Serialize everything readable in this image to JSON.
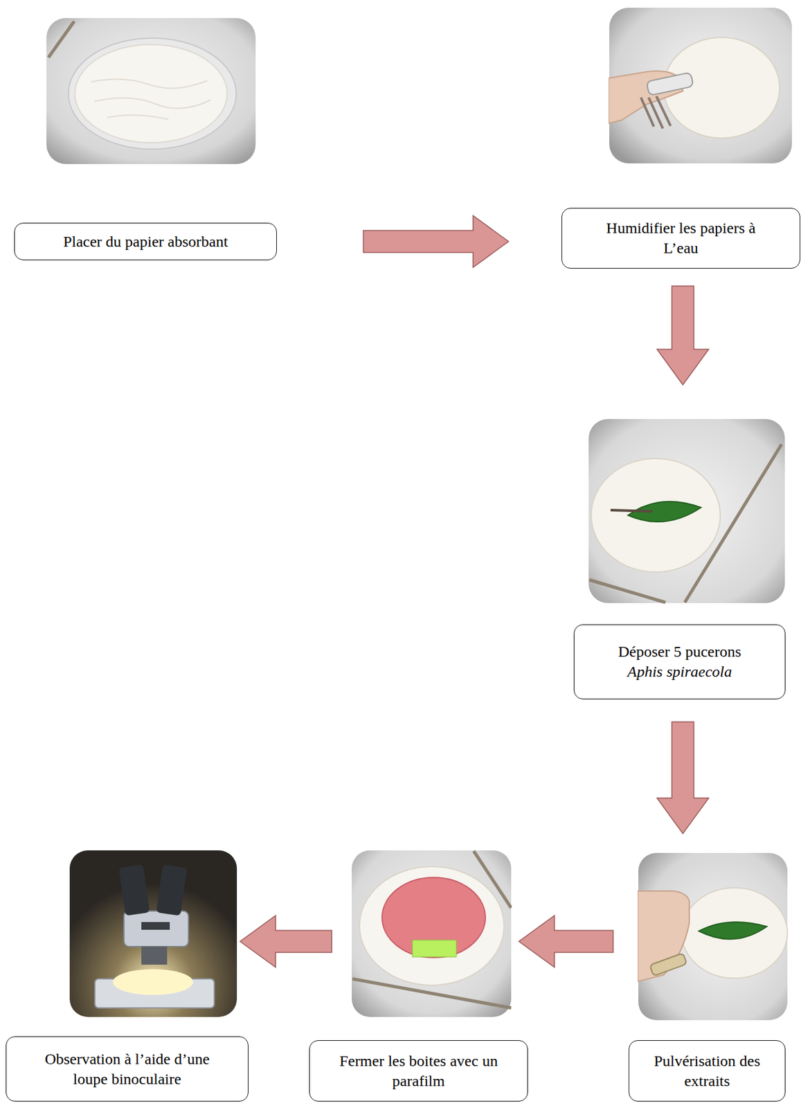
{
  "diagram": {
    "nodes": [
      {
        "text": [
          "Placer du papier absorbant"
        ]
      },
      {
        "text": [
          "Humidifier les papiers à L’eau"
        ]
      },
      {
        "text": [
          "Déposer 5 pucerons",
          "Aphis spiraecola"
        ]
      },
      {
        "text": [
          "Pulvérisation des extraits"
        ]
      },
      {
        "text": [
          "Fermer les boites avec un parafilm"
        ]
      },
      {
        "text": [
          "Observation à l’aide d’une loupe binoculaire"
        ]
      }
    ],
    "edges": [
      {
        "from": 0,
        "to": 1,
        "arrow": "to"
      },
      {
        "from": 1,
        "to": 2,
        "arrow": "to"
      },
      {
        "from": 2,
        "to": 3,
        "arrow": "to"
      },
      {
        "from": 3,
        "to": 4,
        "arrow": "to"
      },
      {
        "from": 4,
        "to": 5,
        "arrow": "to"
      }
    ]
  }
}
